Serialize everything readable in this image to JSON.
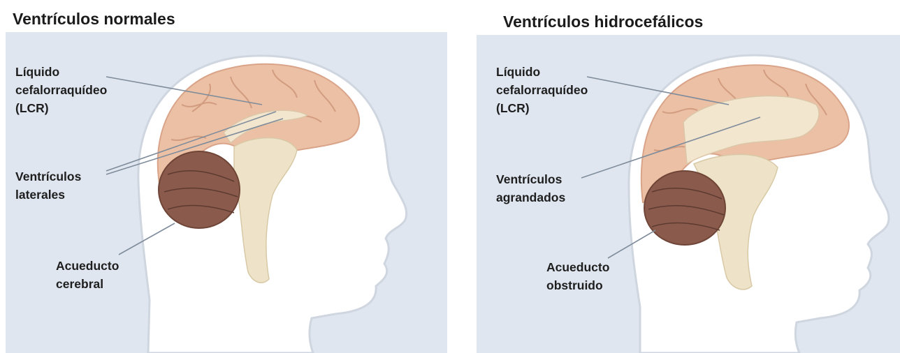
{
  "panels": [
    {
      "title": "Ventrículos normales",
      "labels": {
        "csf": [
          "Líquido",
          "cefalorraquídeo",
          "(LCR)"
        ],
        "ventricles": [
          "Ventrículos",
          "laterales"
        ],
        "aqueduct": [
          "Acueducto",
          "cerebral"
        ]
      }
    },
    {
      "title": "Ventrículos hidrocefálicos",
      "labels": {
        "csf": [
          "Líquido",
          "cefalorraquídeo",
          "(LCR)"
        ],
        "ventricles": [
          "Ventrículos",
          "agrandados"
        ],
        "aqueduct": [
          "Acueducto",
          "obstruido"
        ]
      }
    }
  ],
  "colors": {
    "background": "#dfe6ef",
    "head": "#ffffff",
    "cerebrum": "#ecc0a4",
    "cerebellum": "#8a5b4c",
    "csf": "#f3e6cf",
    "brainstem": "#eee3c8"
  }
}
